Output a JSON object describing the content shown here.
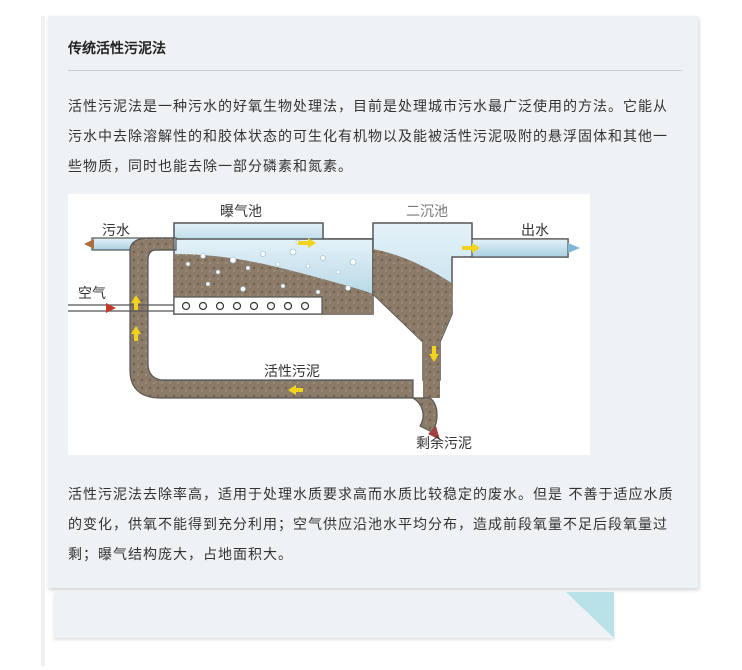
{
  "article": {
    "title": "传统活性污泥法",
    "intro": "活性污泥法是一种污水的好氧生物处理法，目前是处理城市污水最广泛使用的方法。它能从污水中去除溶解性的和胶体状态的可生化有机物以及能被活性污泥吸附的悬浮固体和其他一些物质，同时也能去除一部分磷素和氮素。",
    "conclusion": "活性污泥法去除率高，适用于处理水质要求高而水质比较稳定的废水。但是 不善于适应水质的变化，供氧不能得到充分利用；空气供应沿池水平均分布，造成前段氧量不足后段氧量过剩；曝气结构庞大，占地面积大。"
  },
  "diagram": {
    "aeration_tank": "曝气池",
    "secondary_clarifier": "二沉池",
    "sewage_in": "污水",
    "effluent_out": "出水",
    "air": "空气",
    "activated_sludge": "活性污泥",
    "excess_sludge": "剩余污泥"
  }
}
